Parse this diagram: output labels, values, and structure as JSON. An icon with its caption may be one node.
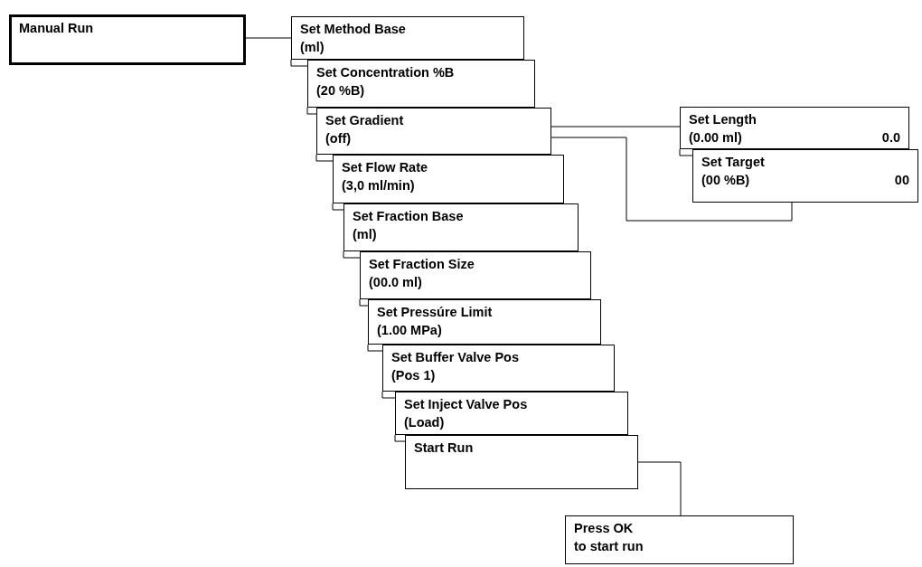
{
  "diagram": {
    "nodes": [
      {
        "text": [
          "Manual Run"
        ]
      },
      {
        "text": [
          "Set Method Base",
          "(ml)"
        ]
      },
      {
        "text": [
          "Set Concentration %B",
          "(20 %B)"
        ]
      },
      {
        "text": [
          "Set Gradient",
          "(off)"
        ]
      },
      {
        "text": [
          "Set Flow Rate",
          "(3,0 ml/min)"
        ]
      },
      {
        "text": [
          "Set Fraction Base",
          "(ml)"
        ]
      },
      {
        "text": [
          "Set Fraction Size",
          "(00.0 ml)"
        ]
      },
      {
        "text": [
          "Set Pressúre Limit",
          "(1.00 MPa)"
        ]
      },
      {
        "text": [
          "Set Buffer Valve Pos",
          "(Pos 1)"
        ]
      },
      {
        "text": [
          "Set Inject Valve Pos",
          "(Load)"
        ]
      },
      {
        "text": [
          "Start Run"
        ]
      },
      {
        "text": [
          "Set Length",
          "(0.00 ml)",
          "0.0"
        ]
      },
      {
        "text": [
          "Set Target",
          "(00 %B)",
          "00"
        ]
      },
      {
        "text": [
          "Press OK",
          "to start run"
        ]
      }
    ],
    "edges": [
      {
        "from": 0,
        "to": 1,
        "arrow": "none"
      },
      {
        "from": 1,
        "to": 2,
        "arrow": "none"
      },
      {
        "from": 2,
        "to": 3,
        "arrow": "none"
      },
      {
        "from": 3,
        "to": 4,
        "arrow": "none"
      },
      {
        "from": 4,
        "to": 5,
        "arrow": "none"
      },
      {
        "from": 5,
        "to": 6,
        "arrow": "none"
      },
      {
        "from": 6,
        "to": 7,
        "arrow": "none"
      },
      {
        "from": 7,
        "to": 8,
        "arrow": "none"
      },
      {
        "from": 8,
        "to": 9,
        "arrow": "none"
      },
      {
        "from": 9,
        "to": 10,
        "arrow": "none"
      },
      {
        "from": 3,
        "to": 11,
        "arrow": "none"
      },
      {
        "from": 3,
        "to": 12,
        "arrow": "none"
      },
      {
        "from": 11,
        "to": 12,
        "arrow": "none"
      },
      {
        "from": 10,
        "to": 13,
        "arrow": "none"
      }
    ]
  }
}
